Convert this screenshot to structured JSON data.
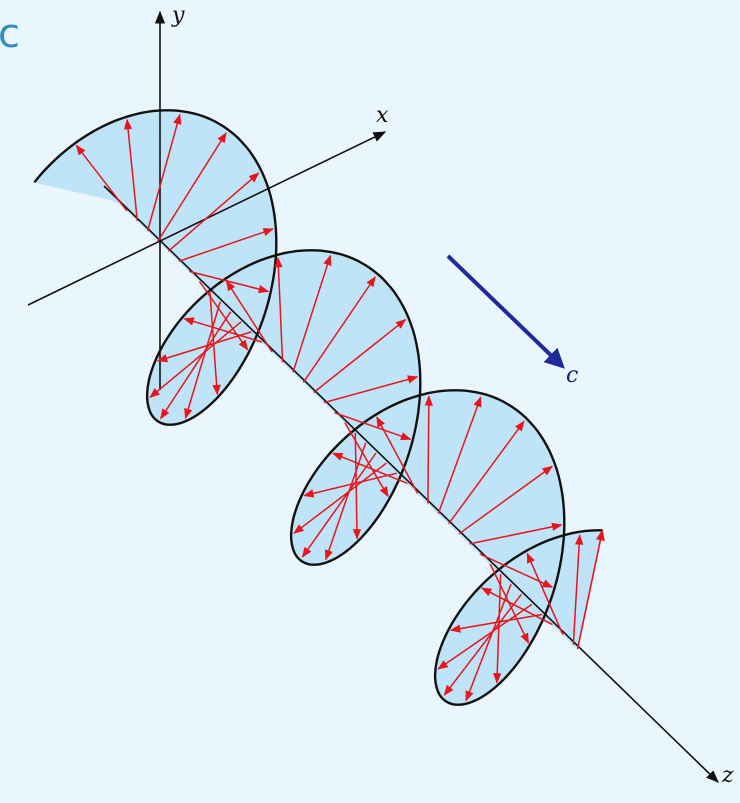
{
  "diagram": {
    "corner_text": "c",
    "axes": {
      "x": "x",
      "y": "y",
      "z": "z"
    },
    "propagation_label": "c"
  },
  "colors": {
    "background": "#eaf6fd",
    "fill": "#bfe3f7",
    "field_vector": "#e8141e",
    "curve": "#111111",
    "axis": "#111111",
    "propagation_arrow": "#1f2a9e"
  }
}
